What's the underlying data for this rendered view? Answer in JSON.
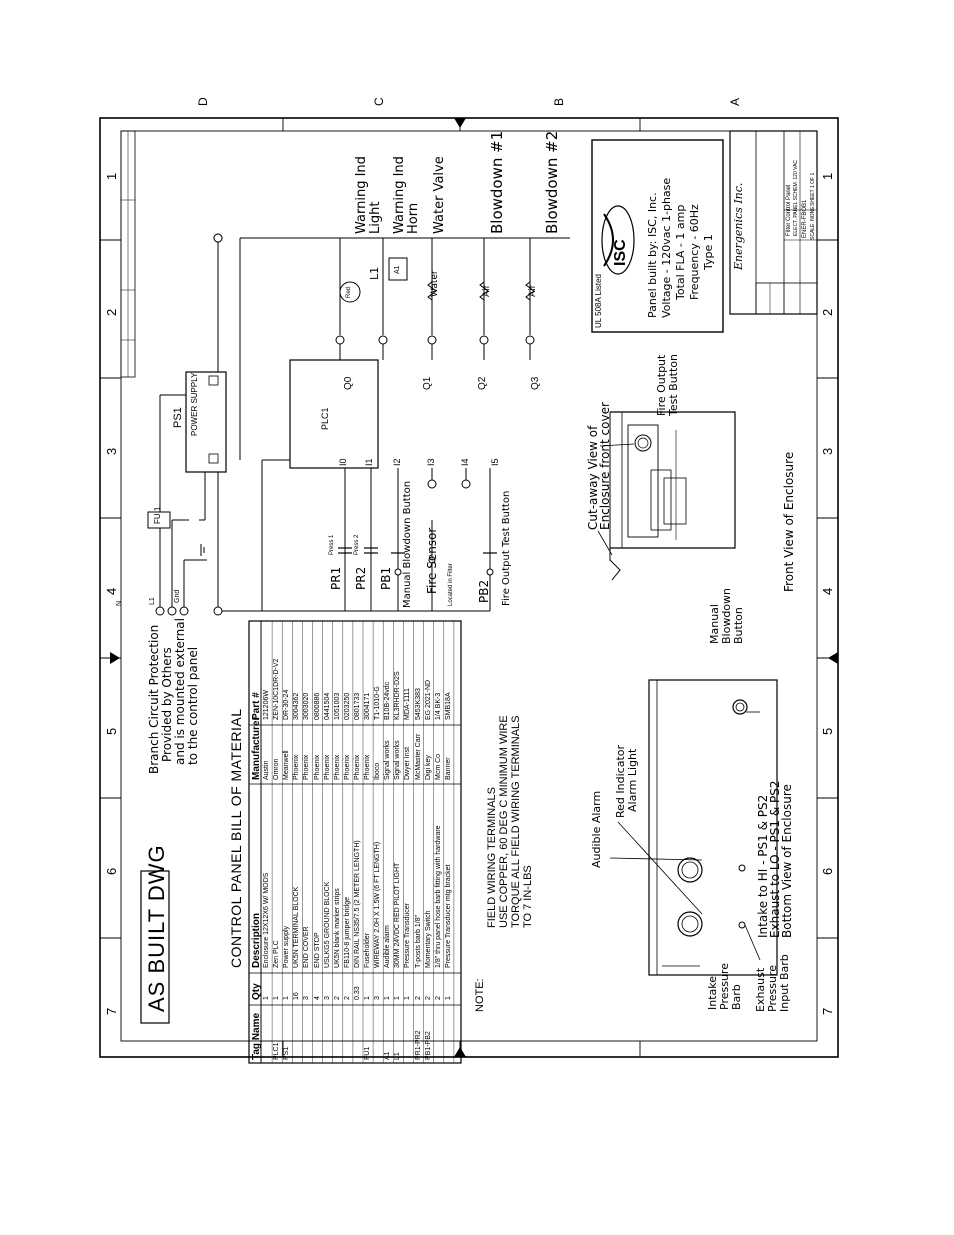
{
  "drawing": {
    "stamp": "AS BUILT DWG",
    "zone_letters": [
      "D",
      "C",
      "B",
      "A"
    ],
    "zone_numbers": [
      "1",
      "2",
      "3",
      "4",
      "5",
      "6",
      "7"
    ]
  },
  "circuit": {
    "branch_note": [
      "Branch Circuit Protection",
      "Provided by Others",
      "and is mounted external",
      "to the control panel"
    ],
    "ps1_tag": "PS1",
    "ps1_label": "POWER SUPPLY",
    "plc_tag": "PLC1",
    "fu_tag": "FU 1",
    "line_terminals": [
      "N",
      "L1",
      "Gnd"
    ],
    "inputs": [
      {
        "num": "I0",
        "device": "PR1",
        "note": "Press 1"
      },
      {
        "num": "I1",
        "device": "PR2",
        "note": "Press 2"
      },
      {
        "num": "I2",
        "device": "PB1",
        "note": "Manual Blowdown Button"
      },
      {
        "num": "I3",
        "device": "",
        "note": "Fire Sensor"
      },
      {
        "num": "I4",
        "device": "",
        "note": ""
      },
      {
        "num": "I5",
        "device": "PB2",
        "note": "Fire Output Test Button"
      }
    ],
    "outputs": [
      {
        "num": "Q0",
        "label": "Warning Ind Light"
      },
      {
        "num": "Q0",
        "label": "Warning Ind Horn"
      },
      {
        "num": "Q1",
        "label": "Water Valve"
      },
      {
        "num": "Q2",
        "label": "Blowdown #1"
      },
      {
        "num": "Q3",
        "label": "Blowdown #2"
      }
    ],
    "field_labels": [
      "Water",
      "Air",
      "Air"
    ],
    "light_tag": "L1",
    "light_color": "Red",
    "horn_tag": "A1",
    "fire_sensor_note": "Located in Filter"
  },
  "bom": {
    "title": "CONTROL PANEL BILL OF MATERIAL",
    "columns": [
      "Tag Name",
      "Qty",
      "Description",
      "Manufacturer",
      "Part #"
    ],
    "rows": [
      [
        "",
        "1",
        "Enclosure 12X12X6 W/ MODS",
        "Austin",
        "121206W"
      ],
      [
        "PLC1",
        "1",
        "Zen PLC",
        "Omron",
        "ZEN-10C1DR-D-V2"
      ],
      [
        "PS1",
        "1",
        "Power supply",
        "Meanwell",
        "DR-30-24"
      ],
      [
        "",
        "16",
        "UK5N TERMINAL BLOCK",
        "Phoenix",
        "3004362"
      ],
      [
        "",
        "3",
        "END COVER",
        "Phoenix",
        "3003020"
      ],
      [
        "",
        "4",
        "END STOP",
        "Phoenix",
        "0800886"
      ],
      [
        "",
        "3",
        "USLKG5 GROUND BLOCK",
        "Phoenix",
        "0441504"
      ],
      [
        "",
        "2",
        "UK5N blank marker strips",
        "Phoenix",
        "1051003"
      ],
      [
        "",
        "2",
        "FB110-8 jumper bridge",
        "Phoenix",
        "0203250"
      ],
      [
        "",
        "0.33",
        "DIN RAIL NS35/7.5 (2 METER LENGTH)",
        "Phoenix",
        "0801733"
      ],
      [
        "FU1",
        "1",
        "Fuseholder",
        "Phoenix",
        "3004171"
      ],
      [
        "",
        "3",
        "WIREWAY 2.0H X 1.5W (6 FT LENGTH)",
        "Iboco",
        "T1-1010-G"
      ],
      [
        "A1",
        "1",
        "Audible alarm",
        "Signal works",
        "B10B-24vdc"
      ],
      [
        "L1",
        "1",
        "30MM 24VDC RED PILOT LIGHT",
        "Signal works",
        "KL3RHDR-D2S"
      ],
      [
        "",
        "1",
        "Pressure Transducer",
        "Dwyer Inst",
        "MDA-1111"
      ],
      [
        "PR1-PR2",
        "2",
        "T-posts barb 1/8\"",
        "McMaster Carr",
        "5453K383"
      ],
      [
        "PB1-PB2",
        "2",
        "Momentary Switch",
        "Digi key",
        "EG 2021-ND"
      ],
      [
        "",
        "2",
        "1/8\" thru panel hose barb fitting with hardware",
        "Mcm Co",
        "1/4 BK-3"
      ],
      [
        "",
        "1",
        "Pressure Transducer mtg bracket",
        "Banner",
        "SMB18A"
      ]
    ]
  },
  "notes": {
    "heading": "NOTE:",
    "lines": [
      "FIELD WIRING TERMINALS",
      "USE COPPER, 60 DEG C MINIMUM WIRE",
      "TORQUE ALL FIELD WIRING TERMINALS",
      "TO 7 IN-LBS"
    ]
  },
  "enclosure": {
    "bottom_view_title": "Bottom View of Enclosure",
    "front_view_title": "Front View of Enclosure",
    "cutaway_title": [
      "Cut-away View of",
      "Enclosure front cover"
    ],
    "bottom_labels": {
      "audible_alarm": "Audible Alarm",
      "red_indicator": [
        "Red Indicator",
        "Alarm Light"
      ],
      "manual_blowdown": [
        "Manual",
        "Blowdown",
        "Button"
      ],
      "intake_barb": [
        "Intake",
        "Pressure",
        "Barb"
      ],
      "exhaust_barb": [
        "Exhaust",
        "Pressure",
        "Input Barb"
      ],
      "intake_note": "Intake to HI - PS1 & PS2",
      "exhaust_note": "Exhaust to LO - PS1 & PS2"
    },
    "fire_test_label": [
      "Fire Output",
      "Test Button"
    ]
  },
  "panel_info": {
    "ul_listing": "UL 508A Listed",
    "isc_logo": "ISC",
    "builder_line": "Panel built by: ISC, Inc.",
    "voltage_line": "Voltage - 120vac 1-phase",
    "fla_line": "Total FLA - 1 amp",
    "frequency_line": "Frequency - 60Hz",
    "type_line": "Type 1"
  },
  "title_block": {
    "company": "Energenics Inc.",
    "drawing_title": "Filter Control Panel",
    "drawing_sub": "ELECT. PANEL SCHEM. 120 VAC",
    "drawing_no": "ENER-FBOB1",
    "sheet": "SHEET 1 OF 1",
    "scale": "SCALE: NONE"
  }
}
